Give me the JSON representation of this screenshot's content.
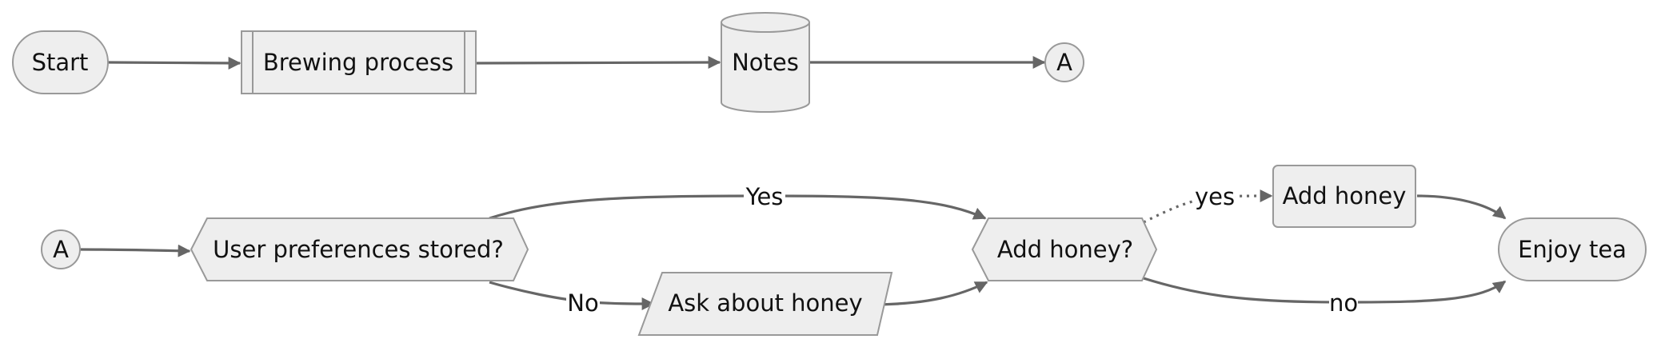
{
  "flowchart_1": {
    "nodes": {
      "start": "Start",
      "brewing": "Brewing process",
      "notes": "Notes",
      "connector_out": "A"
    }
  },
  "flowchart_2": {
    "nodes": {
      "connector_in": "A",
      "prefs": "User preferences stored?",
      "ask": "Ask about honey",
      "add_q": "Add honey?",
      "add": "Add honey",
      "enjoy": "Enjoy tea"
    },
    "edge_labels": {
      "prefs_yes": "Yes",
      "prefs_no": "No",
      "honey_yes": "yes",
      "honey_no": "no"
    }
  },
  "colors": {
    "node_fill": "#eeeeee",
    "node_stroke": "#999999",
    "edge": "#666666",
    "text": "#111111"
  }
}
